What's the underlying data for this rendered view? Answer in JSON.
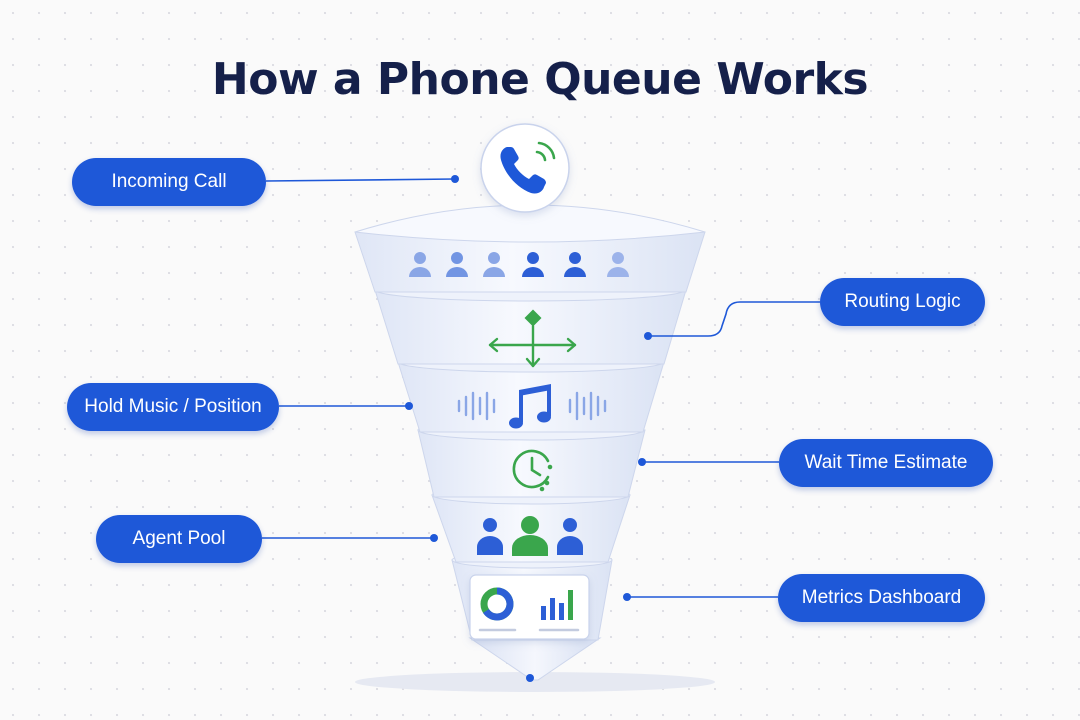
{
  "title": "How a Phone Queue Works",
  "labels": {
    "incoming_call": "Incoming Call",
    "routing_logic": "Routing Logic",
    "hold_music": "Hold Music / Position",
    "wait_time": "Wait Time Estimate",
    "agent_pool": "Agent Pool",
    "metrics": "Metrics Dashboard"
  },
  "colors": {
    "title": "#15204a",
    "pill": "#1e58d8",
    "icon_blue": "#2d5fd6",
    "icon_green": "#3aa64c",
    "funnel_light": "#f2f5fc",
    "funnel_shade": "#dfe6f6"
  },
  "icons": [
    "phone-icon",
    "people-icon",
    "routing-arrows-icon",
    "music-note-icon",
    "clock-icon",
    "agent-icon",
    "donut-chart-icon",
    "bar-chart-icon"
  ]
}
